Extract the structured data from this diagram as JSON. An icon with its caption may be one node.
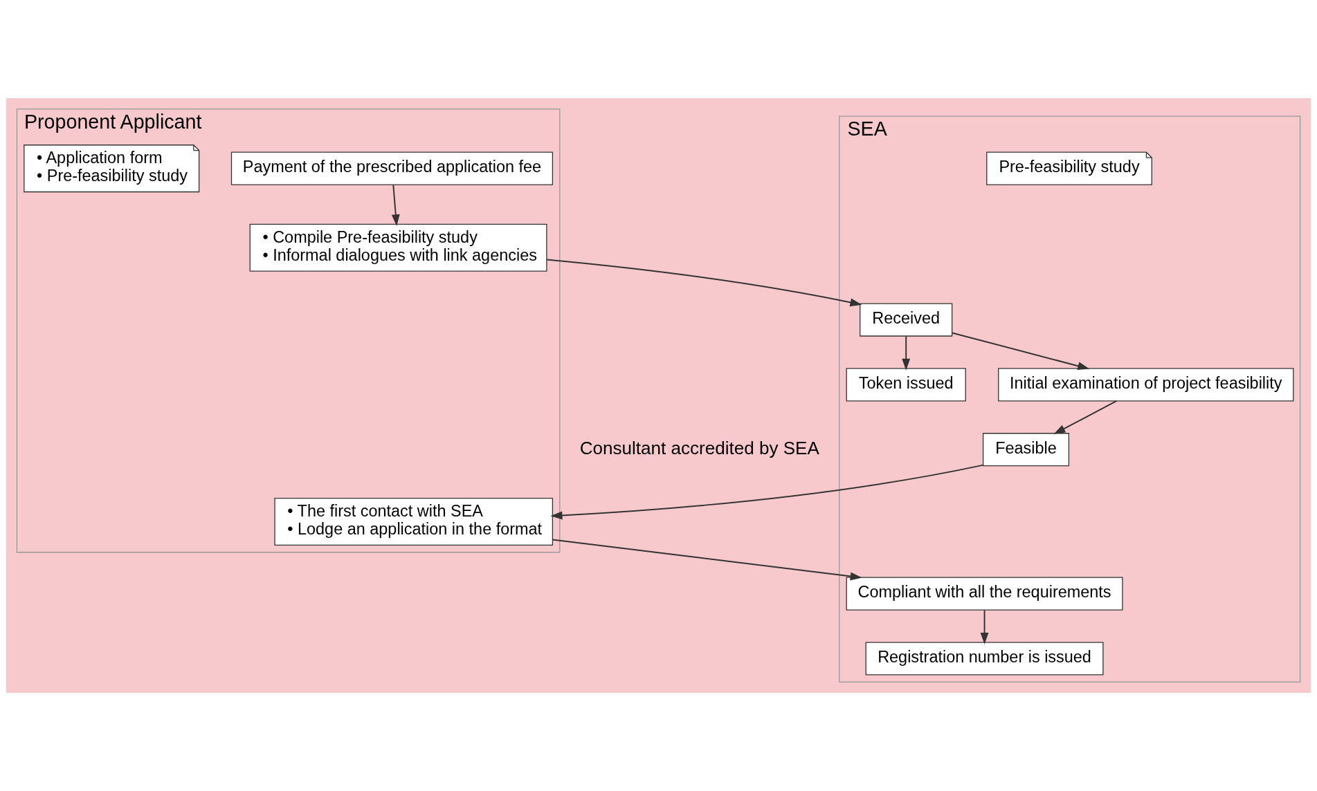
{
  "diagram": {
    "nodes": [
      {
        "text": [
          "Proponent Applicant"
        ]
      },
      {
        "text": [
          "Payment of the prescribed application fee"
        ],
        "in": 0
      },
      {
        "text": [
          "• Compile Pre-feasibility study",
          "• Informal dialogues with link agencies"
        ],
        "in": 0
      },
      {
        "text": [
          "• Application form",
          "• Pre-feasibility study"
        ],
        "in": 0
      },
      {
        "text": [
          "• The first contact with SEA",
          "• Lodge an application in the format"
        ],
        "in": 0
      },
      {
        "text": [
          "SEA"
        ]
      },
      {
        "text": [
          "Received"
        ],
        "in": 5
      },
      {
        "text": [
          "Token issued"
        ],
        "in": 5
      },
      {
        "text": [
          "Pre-feasibility study"
        ],
        "in": 5
      },
      {
        "text": [
          "Initial examination of project feasibility"
        ],
        "in": 5
      },
      {
        "text": [
          "Feasible"
        ],
        "in": 5
      },
      {
        "text": [
          "Compliant with all the requirements"
        ],
        "in": 5
      },
      {
        "text": [
          "Registration number is issued"
        ],
        "in": 5
      }
    ],
    "edges": [
      {
        "from": 1,
        "to": 2,
        "arrow": "to"
      },
      {
        "from": 2,
        "to": 6,
        "arrow": "to"
      },
      {
        "from": 6,
        "to": 7,
        "arrow": "to"
      },
      {
        "from": 6,
        "to": 9,
        "arrow": "to"
      },
      {
        "from": 9,
        "to": 10,
        "arrow": "to"
      },
      {
        "from": 10,
        "to": 4,
        "arrow": "to"
      },
      {
        "from": 4,
        "to": 11,
        "arrow": "to"
      },
      {
        "from": 11,
        "to": 12,
        "arrow": "to"
      }
    ],
    "labels": [
      "Consultant accredited by SEA"
    ]
  }
}
